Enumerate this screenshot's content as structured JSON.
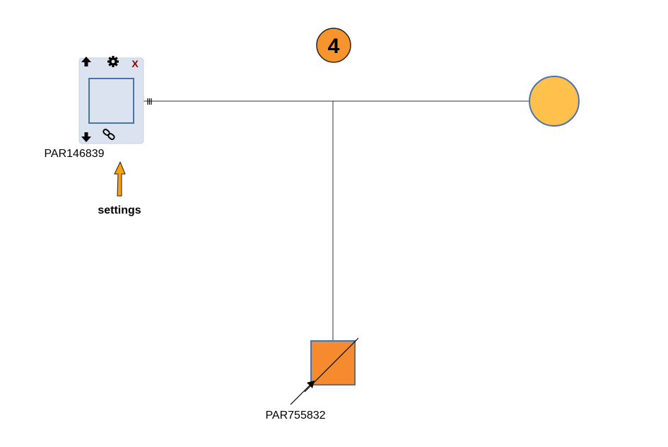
{
  "step": {
    "number": "4"
  },
  "selected_node": {
    "id_label": "PAR146839",
    "close_label": "X"
  },
  "annotation": {
    "label": "settings"
  },
  "child_node": {
    "id_label": "PAR755832"
  },
  "colors": {
    "badge_fill": "#F7942E",
    "female_fill": "#FFC04C",
    "child_fill": "#F58A2E",
    "shape_stroke": "#4A72B0",
    "toolbar_bg": "#DCE3F0",
    "line": "#333333",
    "close": "#8B0000"
  }
}
